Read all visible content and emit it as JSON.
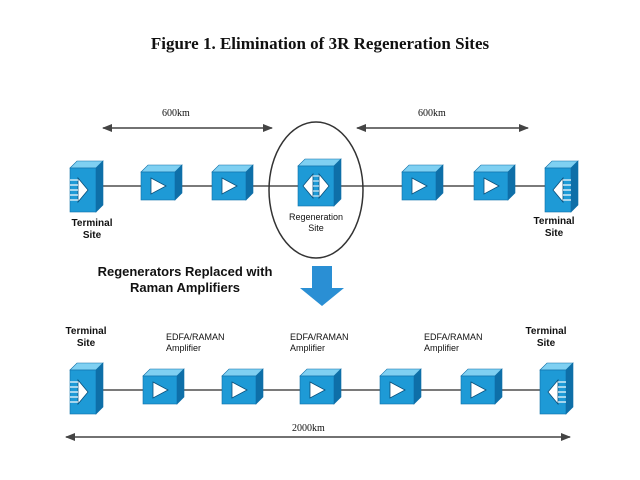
{
  "title": "Figure 1. Elimination of 3R Regeneration Sites",
  "top_row": {
    "left_distance": "600km",
    "right_distance": "600km",
    "terminal_left": [
      "Terminal",
      "Site"
    ],
    "regeneration": [
      "Regeneration",
      "Site"
    ],
    "terminal_right": [
      "Terminal",
      "Site"
    ]
  },
  "callout": [
    "Regenerators Replaced with",
    "Raman Amplifiers"
  ],
  "bottom_row": {
    "terminal_left": [
      "Terminal",
      "Site"
    ],
    "amp1": [
      "EDFA/RAMAN",
      "Amplifier"
    ],
    "amp2": [
      "EDFA/RAMAN",
      "Amplifier"
    ],
    "amp3": [
      "EDFA/RAMAN",
      "Amplifier"
    ],
    "terminal_right": [
      "Terminal",
      "Site"
    ],
    "distance": "2000km"
  },
  "colors": {
    "box_front": "#1e9ad6",
    "box_top": "#7fd0f2",
    "box_side": "#0e6fa8",
    "link": "#7a7a7a",
    "arrow": "#2a8fd4"
  }
}
